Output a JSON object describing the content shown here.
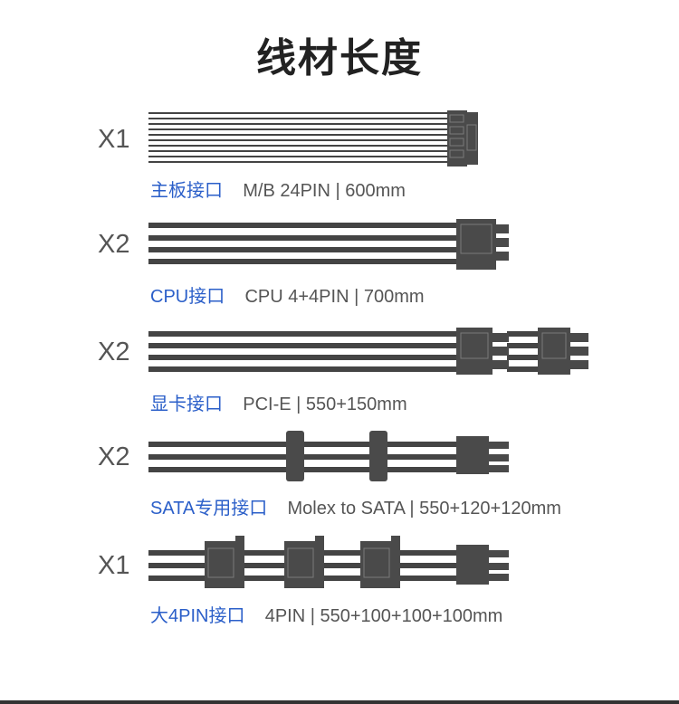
{
  "title": "线材长度",
  "colors": {
    "title": "#222222",
    "count": "#555555",
    "connector_name": "#2b5fc9",
    "spec": "#555555",
    "wire": "#444444",
    "connector_body": "#4a4a4a",
    "connector_outline": "#7a7a7a"
  },
  "cables": [
    {
      "count": "X1",
      "name": "主板接口",
      "spec": "M/B 24PIN | 600mm"
    },
    {
      "count": "X2",
      "name": "CPU接口",
      "spec": "CPU 4+4PIN | 700mm"
    },
    {
      "count": "X2",
      "name": "显卡接口",
      "spec": "PCI-E | 550+150mm"
    },
    {
      "count": "X2",
      "name": "SATA专用接口",
      "spec": "Molex to SATA | 550+120+120mm"
    },
    {
      "count": "X1",
      "name": "大4PIN接口",
      "spec": "4PIN | 550+100+100+100mm"
    }
  ]
}
